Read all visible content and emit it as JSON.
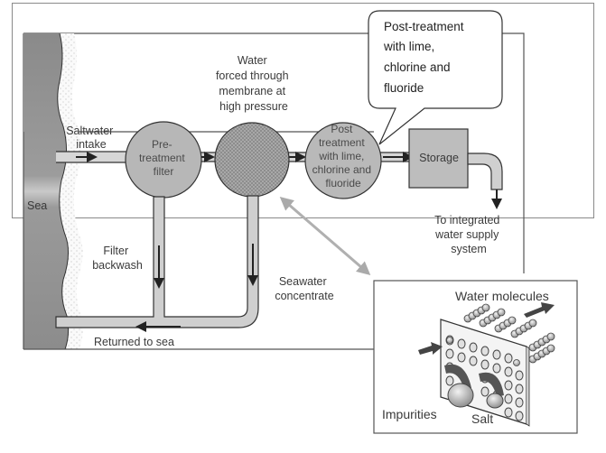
{
  "diagram": {
    "title": "Desalination process diagram",
    "labels": {
      "sea": "Sea",
      "saltwater_intake": [
        "Saltwater",
        "intake"
      ],
      "pretreatment": [
        "Pre-",
        "treatment",
        "filter"
      ],
      "membrane_caption": [
        "Water",
        "forced through",
        "membrane at",
        "high pressure"
      ],
      "post_treatment": [
        "Post",
        "treatment",
        "with lime,",
        "chlorine and",
        "fluoride"
      ],
      "storage": "Storage",
      "integrated": [
        "To integrated",
        "water supply",
        "system"
      ],
      "filter_backwash": [
        "Filter",
        "backwash"
      ],
      "seawater_concentrate": [
        "Seawater",
        "concentrate"
      ],
      "returned_to_sea": "Returned to sea",
      "inset_water_molecules": "Water molecules",
      "inset_impurities": "Impurities",
      "inset_salt": "Salt"
    },
    "callout": {
      "lines": [
        "Post-treatment",
        "with lime,",
        "chlorine and",
        "fluoride"
      ]
    },
    "colors": {
      "sea": "#8e8e8e",
      "tank": "#b5b5b5",
      "pipe": "#c4c4c4",
      "outline": "#555555",
      "link_arrow": "#b0b0b0"
    }
  }
}
